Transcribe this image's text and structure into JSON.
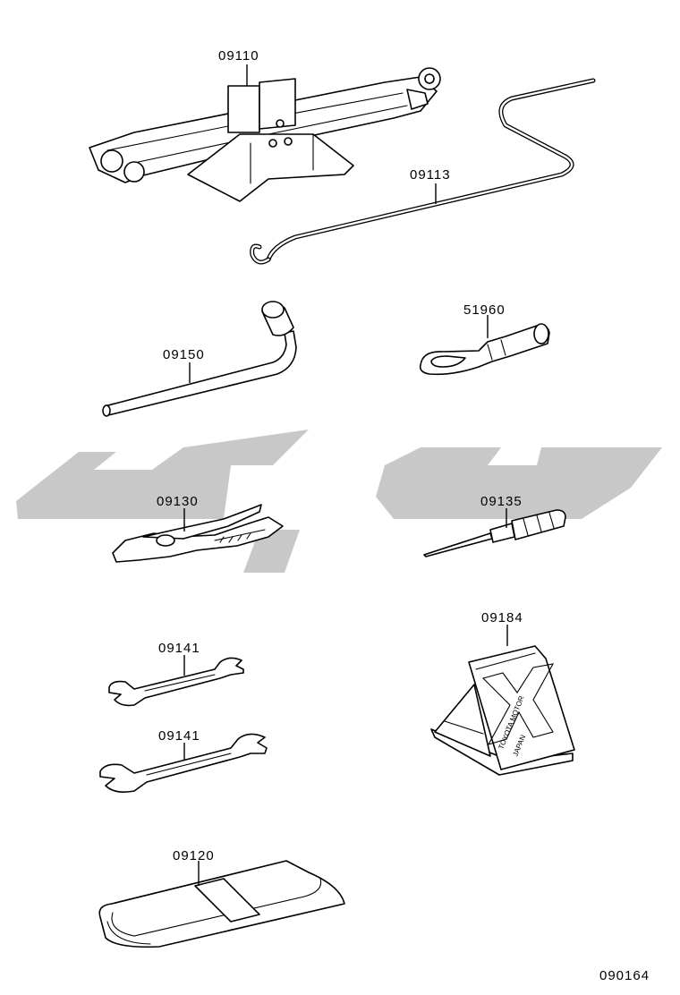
{
  "parts": [
    {
      "id": "jack",
      "number": "09110"
    },
    {
      "id": "jack-handle",
      "number": "09113"
    },
    {
      "id": "wheel-nut-wrench",
      "number": "09150"
    },
    {
      "id": "towing-eye",
      "number": "51960"
    },
    {
      "id": "pliers",
      "number": "09130"
    },
    {
      "id": "screwdriver",
      "number": "09135"
    },
    {
      "id": "wrench-small",
      "number": "09141"
    },
    {
      "id": "wrench-large",
      "number": "09141"
    },
    {
      "id": "warning-triangle",
      "number": "09184"
    },
    {
      "id": "tool-bag",
      "number": "09120"
    }
  ],
  "triangle_text": [
    "TOYOTA MOTOR",
    "JAPAN"
  ],
  "diagram_code": "090164"
}
